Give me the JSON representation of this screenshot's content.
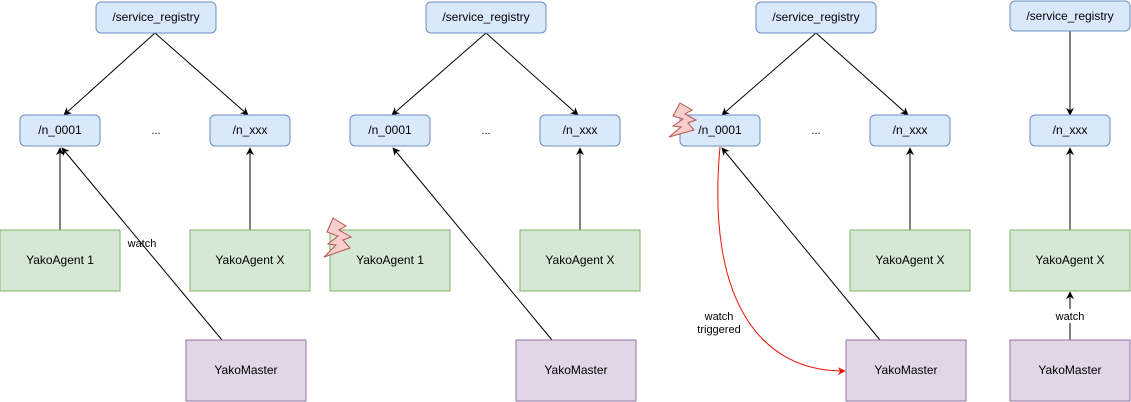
{
  "colors": {
    "registry_fill": "#dae8fc",
    "registry_stroke": "#6c8ebf",
    "agent_fill": "#d5e8d4",
    "agent_stroke": "#82b366",
    "master_fill": "#e1d5e7",
    "master_stroke": "#9673a6",
    "failure_fill": "#f8cecc",
    "failure_stroke": "#b85450",
    "trigger_arrow": "#e51400"
  },
  "icons": {
    "failure": "lightning-bolt-icon"
  },
  "panels": [
    {
      "registry": "/service_registry",
      "node_left": "/n_0001",
      "ellipsis": "...",
      "node_right": "/n_xxx",
      "agent_left": "YakoAgent 1",
      "agent_right": "YakoAgent X",
      "master": "YakoMaster",
      "watch_label": "watch"
    },
    {
      "registry": "/service_registry",
      "node_left": "/n_0001",
      "ellipsis": "...",
      "node_right": "/n_xxx",
      "agent_left": "YakoAgent 1",
      "agent_right": "YakoAgent X",
      "master": "YakoMaster",
      "agent_failed": true
    },
    {
      "registry": "/service_registry",
      "node_left": "/n_0001",
      "ellipsis": "...",
      "node_right": "/n_xxx",
      "agent_right": "YakoAgent X",
      "master": "YakoMaster",
      "node_failed": true,
      "trigger_label_line1": "watch",
      "trigger_label_line2": "triggered"
    },
    {
      "registry": "/service_registry",
      "node_right": "/n_xxx",
      "agent_right": "YakoAgent X",
      "master": "YakoMaster",
      "watch_label": "watch"
    }
  ]
}
